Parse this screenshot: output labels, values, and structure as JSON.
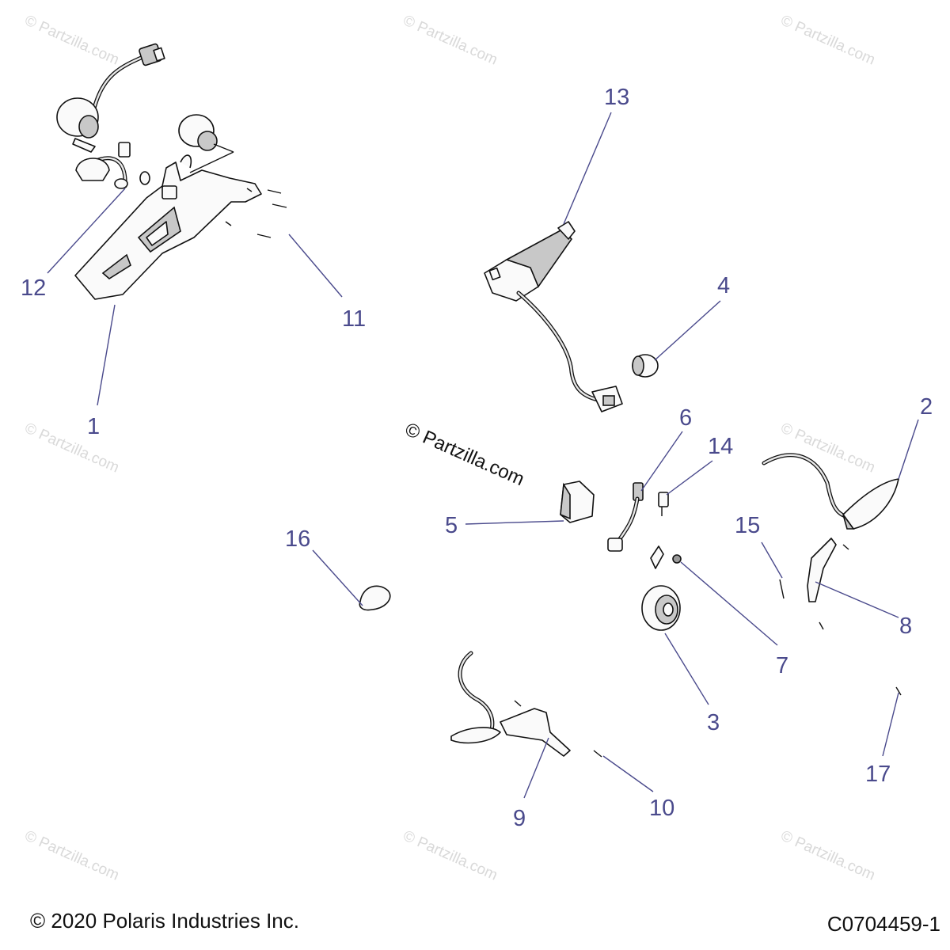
{
  "watermark": {
    "text": "© Partzilla.com"
  },
  "center_watermark": {
    "text": "© Partzilla.com"
  },
  "footer": {
    "copyright": "© 2020 Polaris Industries Inc.",
    "figure_id": "C0704459-1"
  },
  "callouts": [
    {
      "id": "c1",
      "label": "1"
    },
    {
      "id": "c2",
      "label": "2"
    },
    {
      "id": "c3",
      "label": "3"
    },
    {
      "id": "c4",
      "label": "4"
    },
    {
      "id": "c5",
      "label": "5"
    },
    {
      "id": "c6",
      "label": "6"
    },
    {
      "id": "c7",
      "label": "7"
    },
    {
      "id": "c8",
      "label": "8"
    },
    {
      "id": "c9",
      "label": "9"
    },
    {
      "id": "c10",
      "label": "10"
    },
    {
      "id": "c11",
      "label": "11"
    },
    {
      "id": "c12",
      "label": "12"
    },
    {
      "id": "c13",
      "label": "13"
    },
    {
      "id": "c14",
      "label": "14"
    },
    {
      "id": "c15",
      "label": "15"
    },
    {
      "id": "c16",
      "label": "16"
    },
    {
      "id": "c17",
      "label": "17"
    }
  ],
  "colors": {
    "callout": "#4a4a8c",
    "line_art": "#111111",
    "watermark": "#d9d9d9"
  }
}
